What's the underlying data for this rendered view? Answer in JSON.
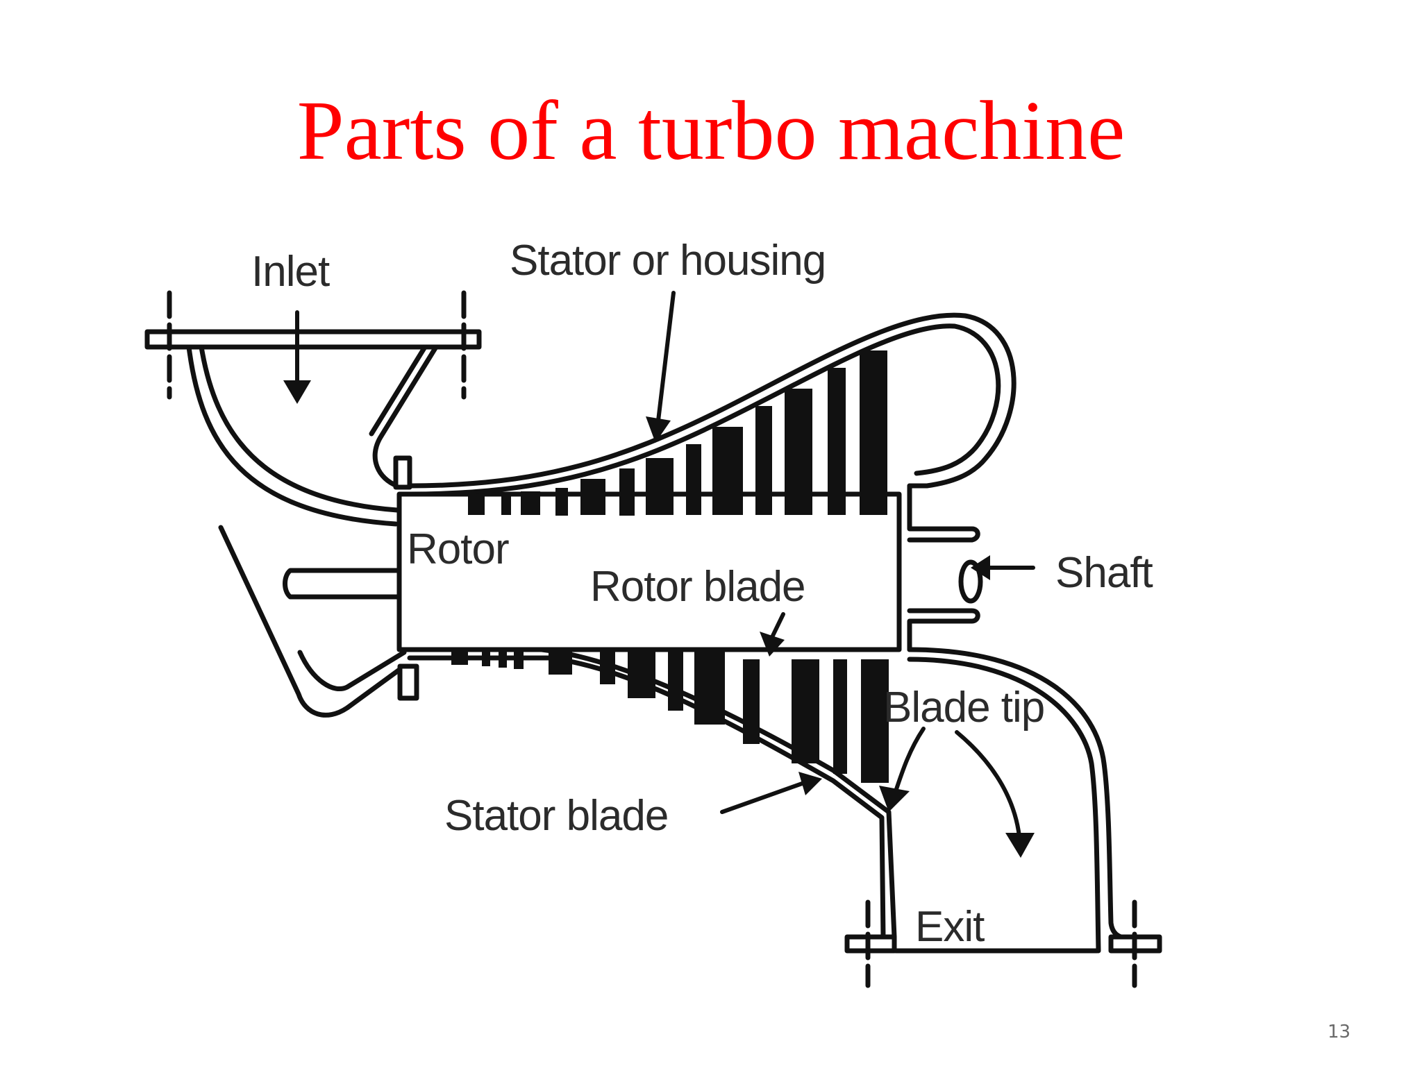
{
  "slide": {
    "title": "Parts of a turbo machine",
    "page_number": "13",
    "title_color": "#ff0000"
  },
  "diagram": {
    "labels": {
      "inlet": "Inlet",
      "stator_or_housing": "Stator or housing",
      "rotor": "Rotor",
      "rotor_blade": "Rotor blade",
      "shaft": "Shaft",
      "blade_tip": "Blade tip",
      "stator_blade": "Stator blade",
      "exit": "Exit"
    }
  }
}
